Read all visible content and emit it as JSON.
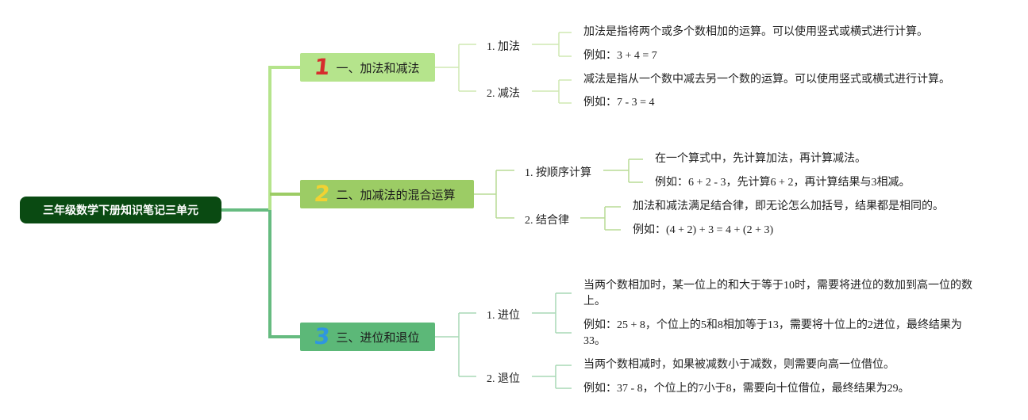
{
  "root": {
    "title": "三年级数学下册知识笔记三单元"
  },
  "branches": [
    {
      "number": "1",
      "title": "一、加法和减法",
      "children": [
        {
          "label": "1. 加法",
          "details": [
            "加法是指将两个或多个数相加的运算。可以使用竖式或横式进行计算。",
            "例如：3 + 4 = 7"
          ]
        },
        {
          "label": "2. 减法",
          "details": [
            "减法是指从一个数中减去另一个数的运算。可以使用竖式或横式进行计算。",
            "例如：7 - 3 = 4"
          ]
        }
      ]
    },
    {
      "number": "2",
      "title": "二、加减法的混合运算",
      "children": [
        {
          "label": "1. 按顺序计算",
          "details": [
            "在一个算式中，先计算加法，再计算减法。",
            "例如：6 + 2 - 3，先计算6 + 2，再计算结果与3相减。"
          ]
        },
        {
          "label": "2. 结合律",
          "details": [
            "加法和减法满足结合律，即无论怎么加括号，结果都是相同的。",
            "例如：(4 + 2) + 3 = 4 + (2 + 3)"
          ]
        }
      ]
    },
    {
      "number": "3",
      "title": "三、进位和退位",
      "children": [
        {
          "label": "1. 进位",
          "details": [
            "当两个数相加时，某一位上的和大于等于10时，需要将进位的数加到高一位的数上。",
            "例如：25 + 8，个位上的5和8相加等于13，需要将十位上的2进位，最终结果为33。"
          ]
        },
        {
          "label": "2. 退位",
          "details": [
            "当两个数相减时，如果被减数小于减数，则需要向高一位借位。",
            "例如：37 - 8，个位上的7小于8，需要向十位借位，最终结果为29。"
          ]
        }
      ]
    }
  ],
  "colors": {
    "root_bg": "#0a4a12",
    "branch1_bg": "#b5e48c",
    "branch2_bg": "#9ccc65",
    "branch3_bg": "#5cb878",
    "num1": "#d62d2d",
    "num2": "#f2d232",
    "num3": "#2f96e0",
    "line1": "#b5e48c",
    "line2": "#9ccc65",
    "line3": "#66bb80"
  }
}
